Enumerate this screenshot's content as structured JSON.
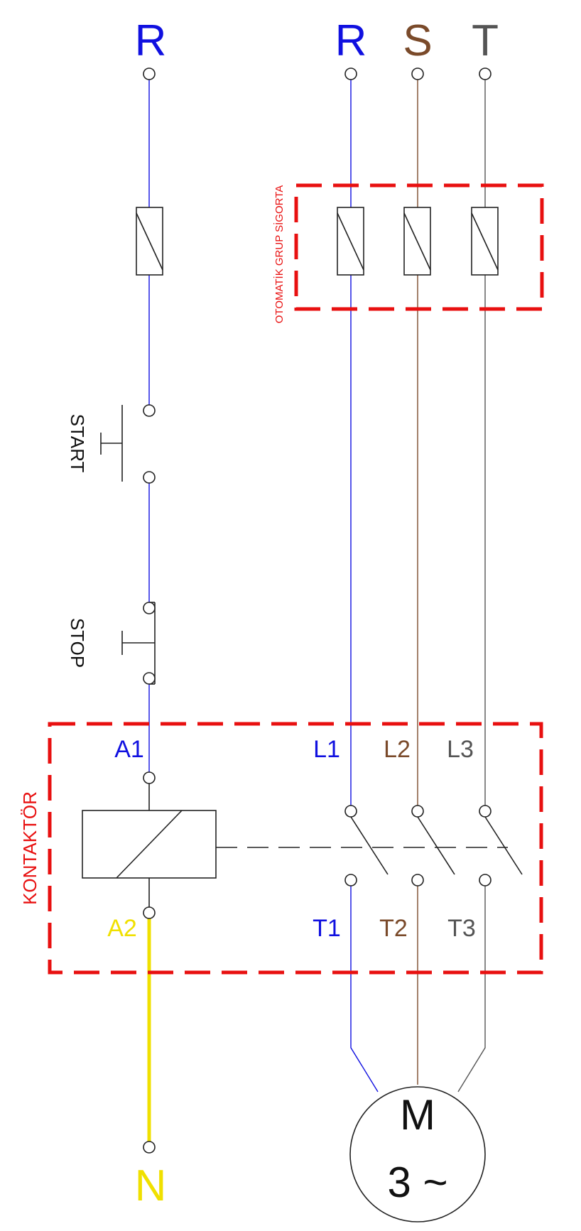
{
  "colors": {
    "phase_r": "#1010e0",
    "phase_s": "#7a4a2a",
    "phase_t": "#555555",
    "neutral": "#f0e000",
    "frame": "#e81010",
    "symbol": "#222222"
  },
  "supply": {
    "control_phase": "R",
    "phases": [
      "R",
      "S",
      "T"
    ],
    "neutral": "N"
  },
  "breaker": {
    "label": "OTOMATİK GRUP SİGORTA"
  },
  "buttons": {
    "start": "START",
    "stop": "STOP"
  },
  "contactor": {
    "label": "KONTAKTÖR",
    "coil_top": "A1",
    "coil_bottom": "A2",
    "inputs": [
      "L1",
      "L2",
      "L3"
    ],
    "outputs": [
      "T1",
      "T2",
      "T3"
    ]
  },
  "motor": {
    "line1": "M",
    "line2": "3 ~"
  }
}
